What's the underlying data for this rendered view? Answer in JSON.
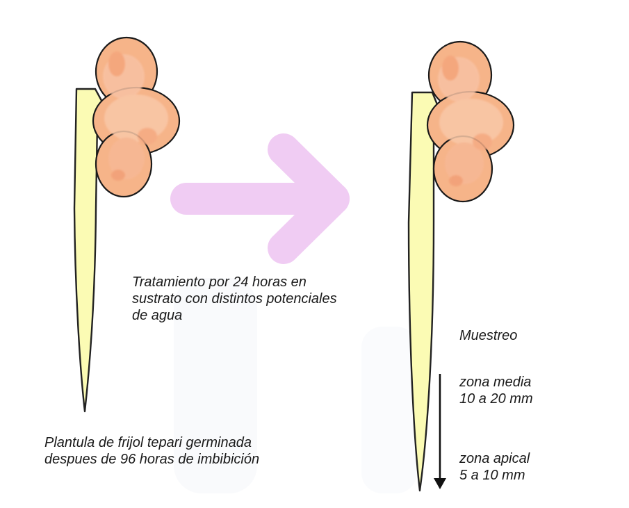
{
  "treatment_label": {
    "lines": [
      "Tratamiento por 24 horas en",
      "sustrato con distintos potenciales",
      "de agua"
    ]
  },
  "seedling_caption": {
    "lines": [
      "Plantula de frijol tepari germinada",
      "despues de 96 horas de imbibición"
    ]
  },
  "sampling_title": "Muestreo",
  "middle_zone": {
    "name": "zona media",
    "range": "10 a 20 mm"
  },
  "apical_zone": {
    "name": "zona apical",
    "range": "5 a 10 mm"
  },
  "colors": {
    "arrow": "#f0ccf3",
    "radicle_fill": "#fbfbb4",
    "radicle_stroke": "#222222",
    "cotyledon_fill": "#f6b489",
    "cotyledon_light": "#f8c2a4",
    "cotyledon_stroke": "#1a1a1a",
    "sampling_arrow": "#111111"
  }
}
